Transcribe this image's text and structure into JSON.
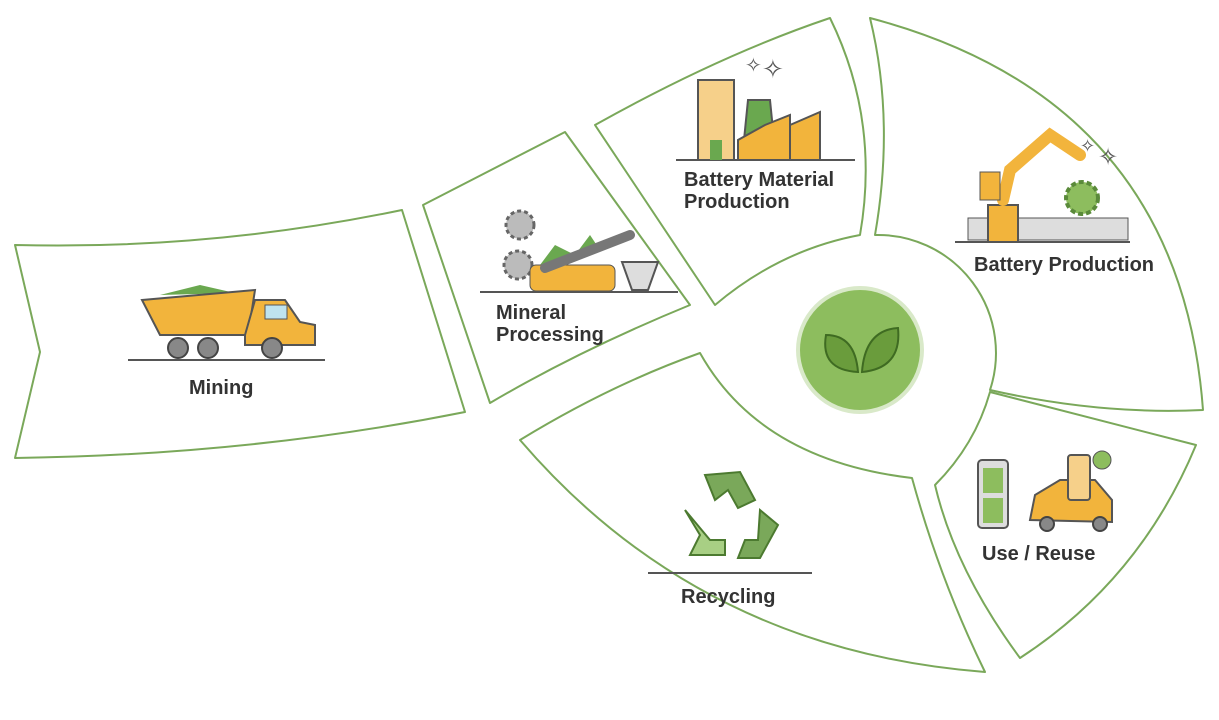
{
  "diagram": {
    "stages": [
      {
        "id": "mining",
        "label": "Mining",
        "icon": "dump-truck-icon"
      },
      {
        "id": "mineral-processing",
        "label": "Mineral Processing",
        "icon": "conveyor-gears-icon"
      },
      {
        "id": "battery-material-production",
        "label": "Battery Material Production",
        "icon": "factory-icon"
      },
      {
        "id": "battery-production",
        "label": "Battery Production",
        "icon": "robot-arm-icon"
      },
      {
        "id": "use-reuse",
        "label": "Use / Reuse",
        "icon": "battery-car-icon"
      },
      {
        "id": "recycling",
        "label": "Recycling",
        "icon": "recycle-icon"
      }
    ],
    "center_icon": "leaves-icon",
    "colors": {
      "outline": "#7aa85a",
      "center": "#8dbd5e",
      "accent": "#f2b43c",
      "leaf": "#6a9c3c"
    }
  }
}
